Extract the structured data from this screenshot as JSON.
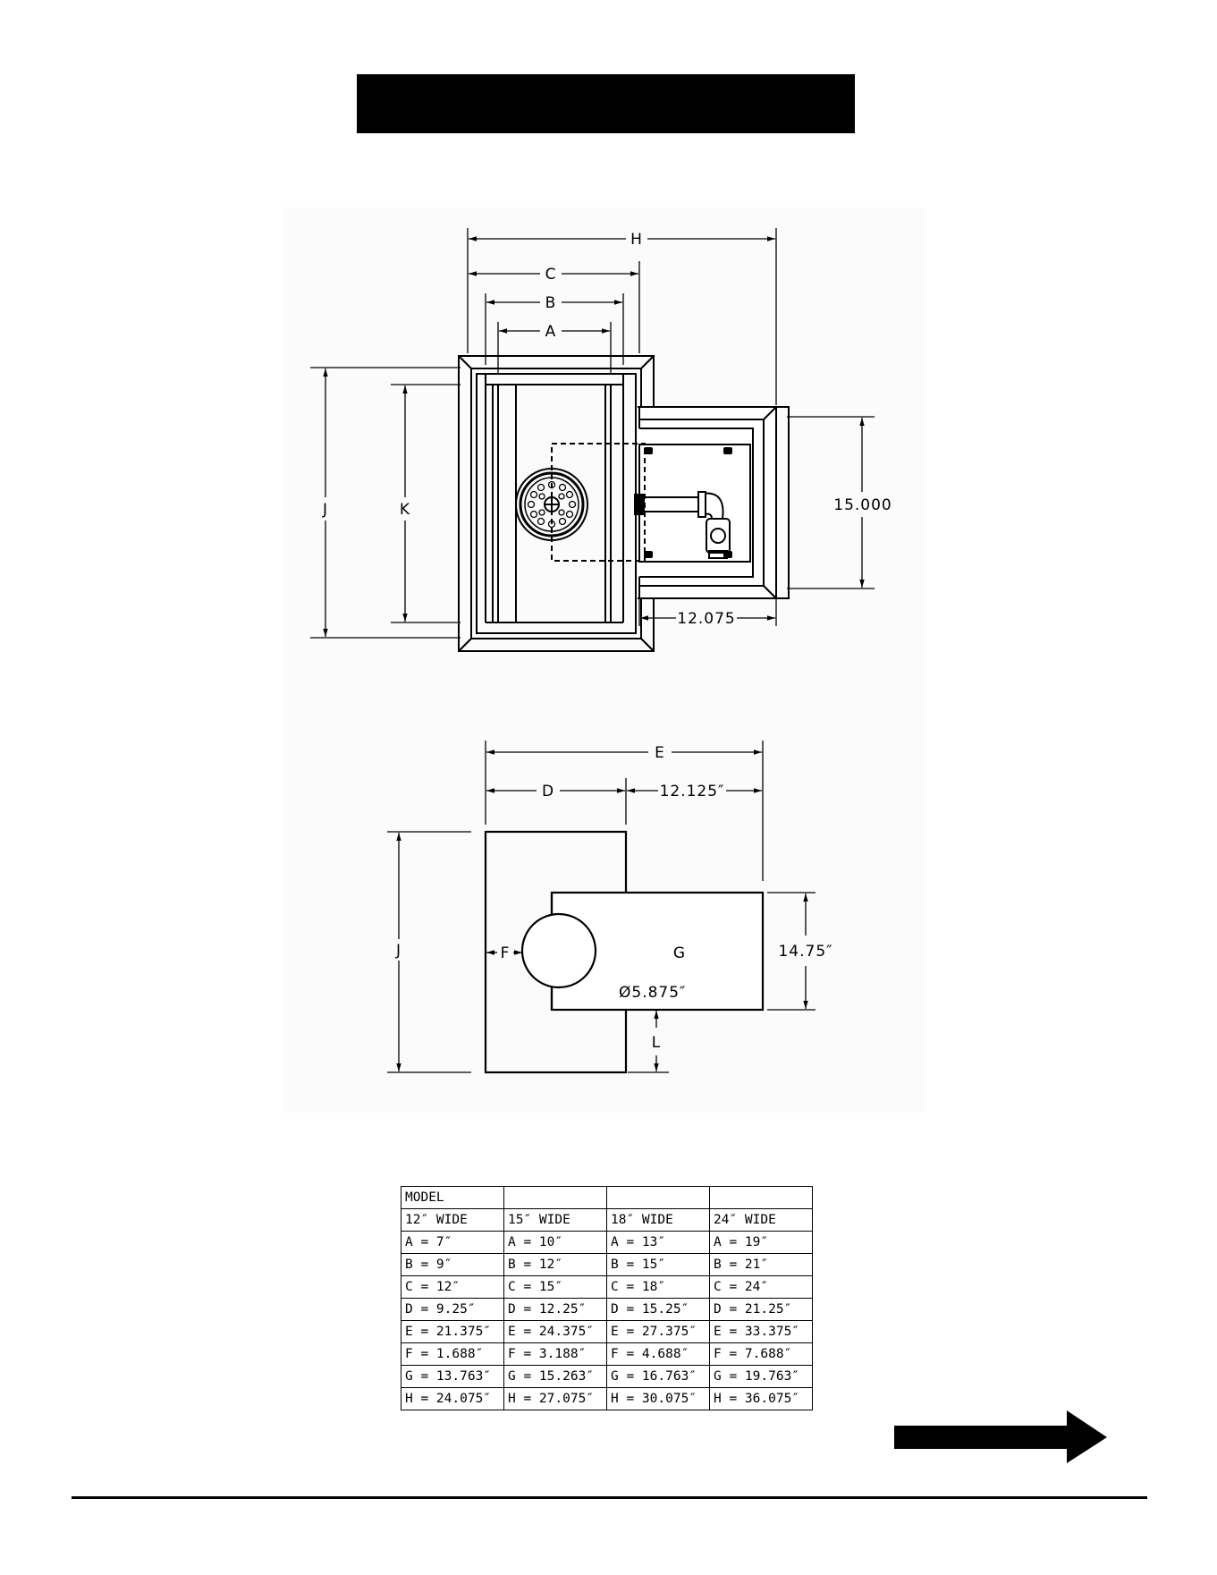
{
  "plan_view": {
    "label_h": "H",
    "label_c": "C",
    "label_b": "B",
    "label_a": "A",
    "label_j": "J",
    "label_k": "K",
    "dim_height": "15.000",
    "dim_offset": "12.075"
  },
  "elevation_view": {
    "label_e": "E",
    "label_d": "D",
    "dim_top": "12.125″",
    "label_j": "J",
    "label_f": "F",
    "label_g": "G",
    "dim_right": "14.75″",
    "dim_diameter": "Ø5.875″",
    "label_l": "L"
  },
  "dimension_table": {
    "header": [
      "MODEL",
      "",
      "",
      ""
    ],
    "columns": [
      "12″ WIDE",
      "15″ WIDE",
      "18″ WIDE",
      "24″ WIDE"
    ],
    "rows": [
      [
        "A = 7″",
        "A = 10″",
        "A = 13″",
        "A = 19″"
      ],
      [
        "B = 9″",
        "B = 12″",
        "B = 15″",
        "B = 21″"
      ],
      [
        "C = 12″",
        "C = 15″",
        "C = 18″",
        "C = 24″"
      ],
      [
        "D = 9.25″",
        "D = 12.25″",
        "D = 15.25″",
        "D = 21.25″"
      ],
      [
        "E = 21.375″",
        "E = 24.375″",
        "E = 27.375″",
        "E = 33.375″"
      ],
      [
        "F = 1.688″",
        "F = 3.188″",
        "F = 4.688″",
        "F = 7.688″"
      ],
      [
        "G = 13.763″",
        "G = 15.263″",
        "G = 16.763″",
        "G = 19.763″"
      ],
      [
        "H = 24.075″",
        "H = 27.075″",
        "H = 30.075″",
        "H = 36.075″"
      ]
    ]
  }
}
